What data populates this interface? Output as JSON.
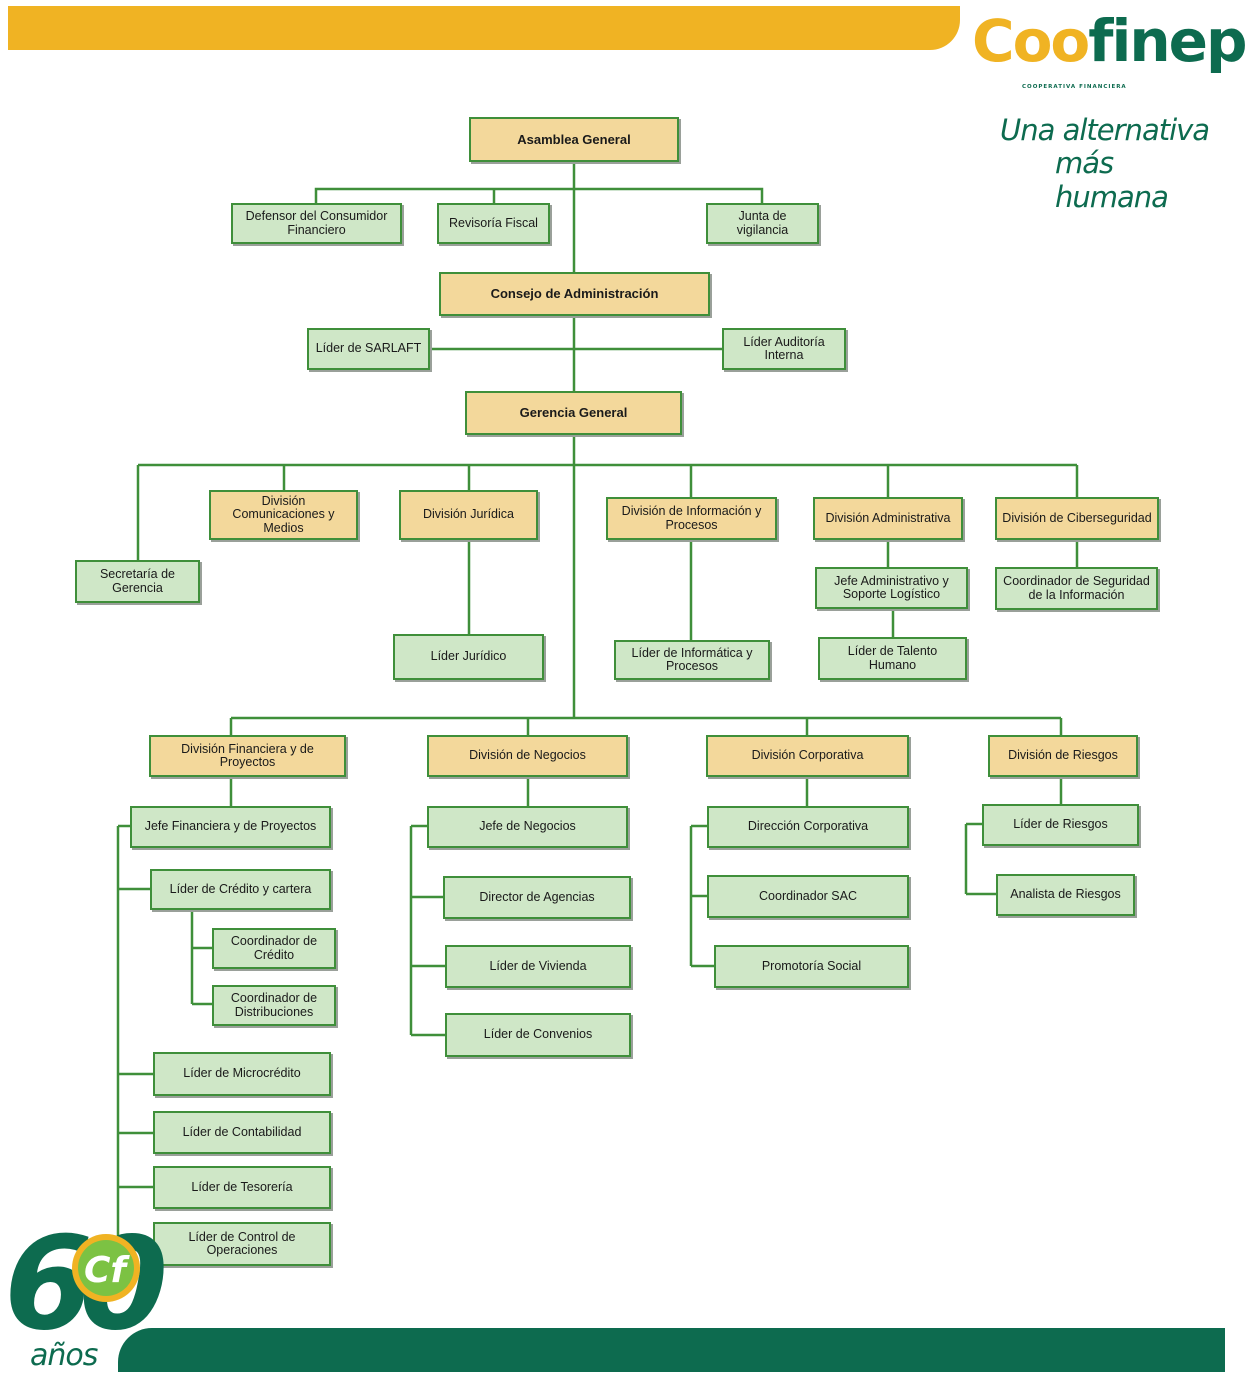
{
  "brand": {
    "name_co": "Coo",
    "name_rest": "finep",
    "subtitle": "COOPERATIVA FINANCIERA",
    "slogan_line1": "Una alternativa",
    "slogan_line2": "más humana"
  },
  "anniversary": {
    "number": "60",
    "mark": "Cf",
    "word": "años"
  },
  "colors": {
    "accent_yellow": "#f0b323",
    "brand_green": "#0d6b4f",
    "box_tan": "#f3d89b",
    "box_green": "#cfe7c7",
    "line_green": "#3f8f3a"
  },
  "org": {
    "asamblea": "Asamblea General",
    "defensor": "Defensor del Consumidor Financiero",
    "revisoria": "Revisoría Fiscal",
    "junta": "Junta de vigilancia",
    "consejo": "Consejo de Administración",
    "sarlaft": "Líder de SARLAFT",
    "auditoria": "Líder Auditoría Interna",
    "gerencia": "Gerencia General",
    "secretaria": "Secretaría de Gerencia",
    "div_comunicaciones": "División Comunicaciones y Medios",
    "div_juridica": "División Jurídica",
    "lider_juridico": "Líder Jurídico",
    "div_informacion": "División de Información y Procesos",
    "lider_informatica": "Líder de Informática y Procesos",
    "div_administrativa": "División Administrativa",
    "jefe_administrativo": "Jefe Administrativo y Soporte Logístico",
    "lider_talento": "Líder de Talento Humano",
    "div_ciberseguridad": "División de Ciberseguridad",
    "coord_seguridad": "Coordinador de Seguridad de la Información",
    "div_financiera": "División Financiera y de Proyectos",
    "jefe_financiera": "Jefe Financiera y de Proyectos",
    "lider_credito": "Líder de Crédito y cartera",
    "coord_credito": "Coordinador de Crédito",
    "coord_distribuciones": "Coordinador de Distribuciones",
    "lider_microcredito": "Líder de Microcrédito",
    "lider_contabilidad": "Líder de Contabilidad",
    "lider_tesoreria": "Líder de Tesorería",
    "lider_control": "Líder de Control de Operaciones",
    "div_negocios": "División de Negocios",
    "jefe_negocios": "Jefe de Negocios",
    "director_agencias": "Director de Agencias",
    "lider_vivienda": "Líder de Vivienda",
    "lider_convenios": "Líder de Convenios",
    "div_corporativa": "División Corporativa",
    "direccion_corporativa": "Dirección Corporativa",
    "coordinador_sac": "Coordinador SAC",
    "promotoria_social": "Promotoría Social",
    "div_riesgos": "División de Riesgos",
    "lider_riesgos": "Líder de Riesgos",
    "analista_riesgos": "Analista de Riesgos"
  }
}
